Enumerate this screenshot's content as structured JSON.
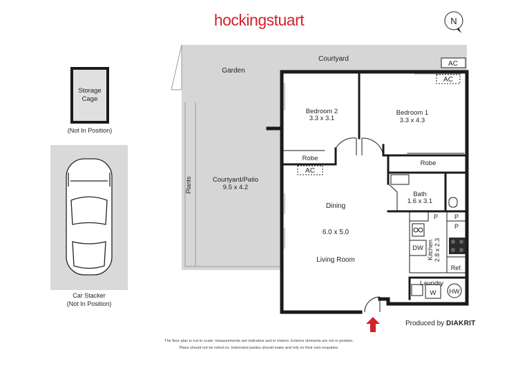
{
  "brand": {
    "name": "hockingstuart",
    "color": "#d4202a"
  },
  "compass": {
    "label": "N"
  },
  "rooms": {
    "garden": "Garden",
    "courtyard": "Courtyard",
    "ac_courtyard": "AC",
    "ac_bedroom1": "AC",
    "ac_hall": "AC",
    "storage_cage": "Storage Cage",
    "storage_note": "(Not In Position)",
    "car_stacker": "Car Stacker",
    "car_note": "(Not In Position)",
    "bedroom2": {
      "name": "Bedroom 2",
      "size": "3.3 x 3.1"
    },
    "bedroom1": {
      "name": "Bedroom 1",
      "size": "3.3 x 4.3"
    },
    "robe_b2": "Robe",
    "robe_b1": "Robe",
    "courtyard_patio": {
      "name": "Courtyard/Patio",
      "size": "9.5 x 4.2"
    },
    "plants": "Plants",
    "dining": "Dining",
    "living_size": "6.0 x 5.0",
    "living": "Living Room",
    "bath": {
      "name": "Bath",
      "size": "1.6 x 3.1"
    },
    "kitchen": {
      "name": "Kitchen",
      "size": "2.8 x 2.3"
    },
    "pantry": [
      "P",
      "P",
      "P"
    ],
    "dw": "DW",
    "ref": "Ref.",
    "laundry": "Laundry",
    "washer": "W",
    "hw": "HW"
  },
  "colors": {
    "outdoor": "#d6d6d6",
    "wall": "#1a1a1a",
    "entry_arrow": "#d4202a"
  },
  "credit": {
    "prefix": "Produced by",
    "company": "DIAKRIT"
  },
  "disclaimer": {
    "line1": "The floor plan is not to scale; measurements are indicative and in metres. Exterior elements are not in position.",
    "line2": "Plans should not be relied on. Interested parties should make and rely on their own enquiries."
  }
}
